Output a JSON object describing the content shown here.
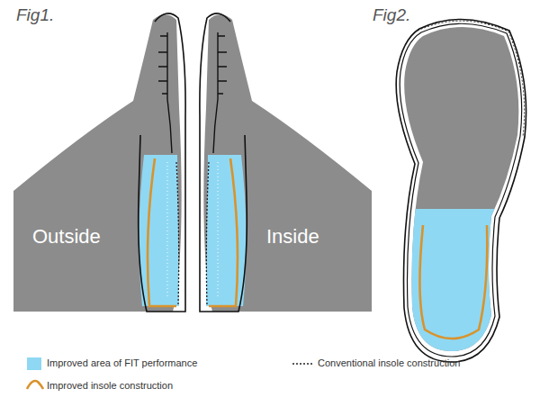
{
  "diagram": {
    "labels": [
      "Fig1.",
      "Fig2.",
      "Outside",
      "Inside"
    ],
    "legend": [
      {
        "text": "Improved area of FIT performance",
        "color": "#8fd8f3"
      },
      {
        "text": "Conventional insole construction"
      },
      {
        "text": "Improved insole construction"
      }
    ]
  }
}
